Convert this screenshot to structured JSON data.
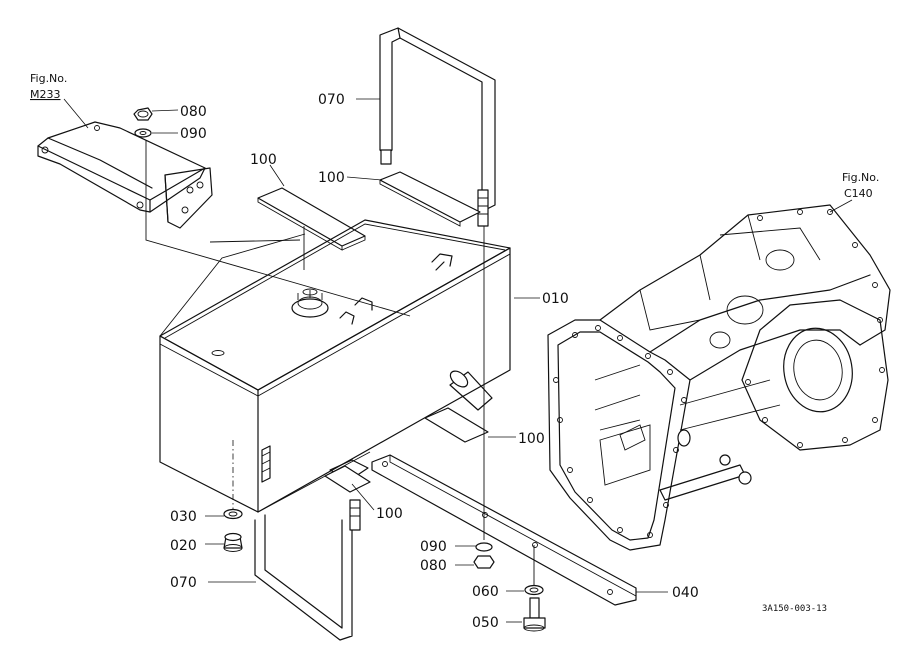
{
  "references": {
    "left": {
      "line1": "Fig.No.",
      "line2": "M233"
    },
    "right": {
      "line1": "Fig.No.",
      "line2": "C140"
    }
  },
  "labels": {
    "p080_top": "080",
    "p090_top": "090",
    "p070_top": "070",
    "p100_a": "100",
    "p100_b": "100",
    "p010": "010",
    "p100_c": "100",
    "p100_d": "100",
    "p030": "030",
    "p020": "020",
    "p070_bottom": "070",
    "p090_bottom": "090",
    "p080_bottom": "080",
    "p060": "060",
    "p050": "050",
    "p040": "040"
  },
  "drawing_code": "3A150-003-13"
}
